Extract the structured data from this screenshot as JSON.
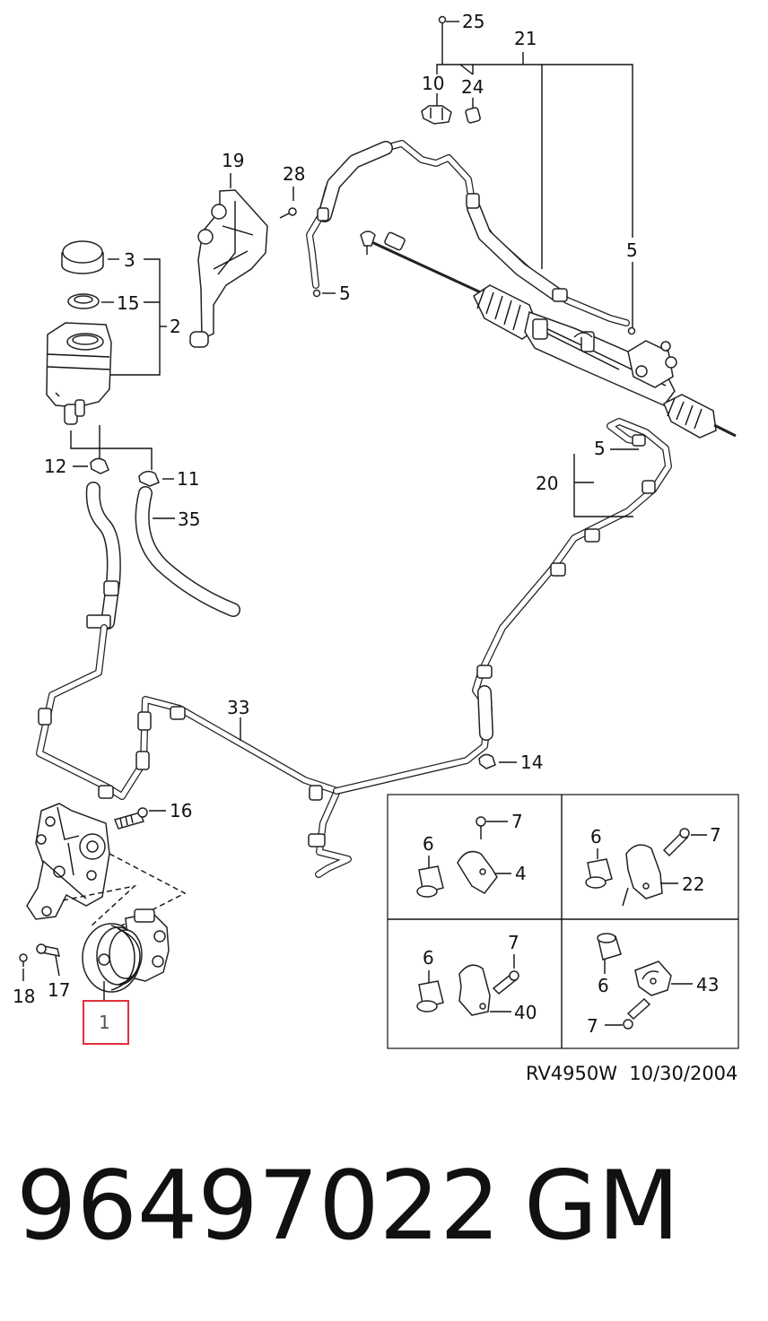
{
  "diagram": {
    "callouts": {
      "c25": "25",
      "c21": "21",
      "c10": "10",
      "c24": "24",
      "c19": "19",
      "c28": "28",
      "c3": "3",
      "c15": "15",
      "c2": "2",
      "c5a": "5",
      "c5b": "5",
      "c5c": "5",
      "c12": "12",
      "c11": "11",
      "c35": "35",
      "c20": "20",
      "c33": "33",
      "c14": "14",
      "c16": "16",
      "c17": "17",
      "c18": "18",
      "c1": "1",
      "d6a": "6",
      "d7a": "7",
      "d4": "4",
      "d6b": "6",
      "d7b": "7",
      "d22": "22",
      "d6c": "6",
      "d7c": "7",
      "d40": "40",
      "d6d": "6",
      "d43": "43",
      "d7d": "7"
    },
    "highlight_color": "#e0303a",
    "highlighted_callout": "1"
  },
  "footer": {
    "reference": "RV4950W  10/30/2004"
  },
  "caption": {
    "part_number": "96497022",
    "brand": "GM"
  }
}
